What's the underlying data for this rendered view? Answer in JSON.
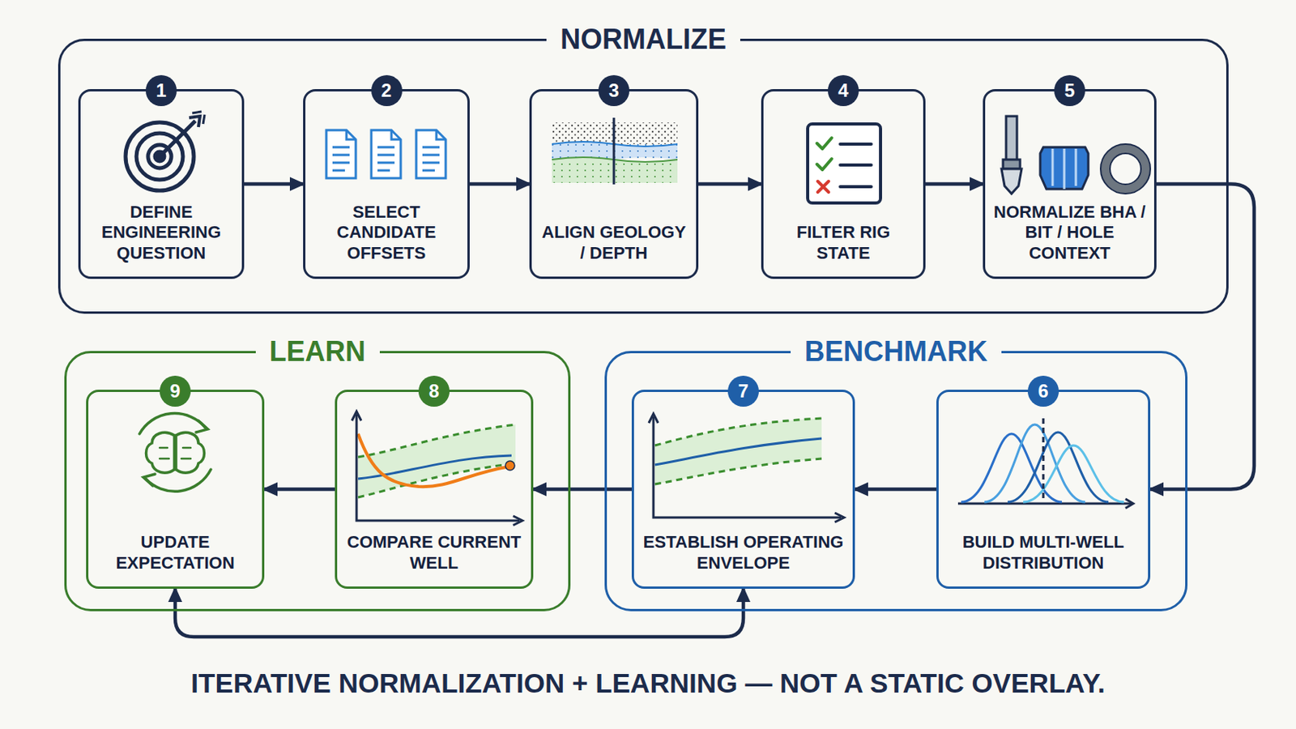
{
  "diagram": {
    "caption": "ITERATIVE NORMALIZATION + LEARNING — NOT A STATIC OVERLAY.",
    "nodes": [
      {
        "text": [
          "NORMALIZE"
        ]
      },
      {
        "text": [
          "1",
          "DEFINE ENGINEERING QUESTION"
        ],
        "in": 0
      },
      {
        "text": [
          "2",
          "SELECT CANDIDATE OFFSETS"
        ],
        "in": 0
      },
      {
        "text": [
          "3",
          "ALIGN GEOLOGY / DEPTH"
        ],
        "in": 0
      },
      {
        "text": [
          "4",
          "FILTER RIG STATE"
        ],
        "in": 0
      },
      {
        "text": [
          "5",
          "NORMALIZE BHA / BIT / HOLE CONTEXT"
        ],
        "in": 0
      },
      {
        "text": [
          "LEARN"
        ]
      },
      {
        "text": [
          "9",
          "UPDATE EXPECTATION"
        ],
        "in": 6
      },
      {
        "text": [
          "8",
          "COMPARE CURRENT WELL"
        ],
        "in": 6
      },
      {
        "text": [
          "BENCHMARK"
        ]
      },
      {
        "text": [
          "7",
          "ESTABLISH OPERATING ENVELOPE"
        ],
        "in": 9
      },
      {
        "text": [
          "6",
          "BUILD MULTI-WELL DISTRIBUTION"
        ],
        "in": 9
      }
    ],
    "edges": [
      {
        "from": 1,
        "to": 2,
        "arrow": "to"
      },
      {
        "from": 2,
        "to": 3,
        "arrow": "to"
      },
      {
        "from": 3,
        "to": 4,
        "arrow": "to"
      },
      {
        "from": 4,
        "to": 5,
        "arrow": "to"
      },
      {
        "from": 5,
        "to": 11,
        "arrow": "to"
      },
      {
        "from": 11,
        "to": 10,
        "arrow": "to"
      },
      {
        "from": 10,
        "to": 8,
        "arrow": "to"
      },
      {
        "from": 8,
        "to": 7,
        "arrow": "to"
      },
      {
        "from": 7,
        "to": 10,
        "arrow": "both"
      }
    ]
  }
}
